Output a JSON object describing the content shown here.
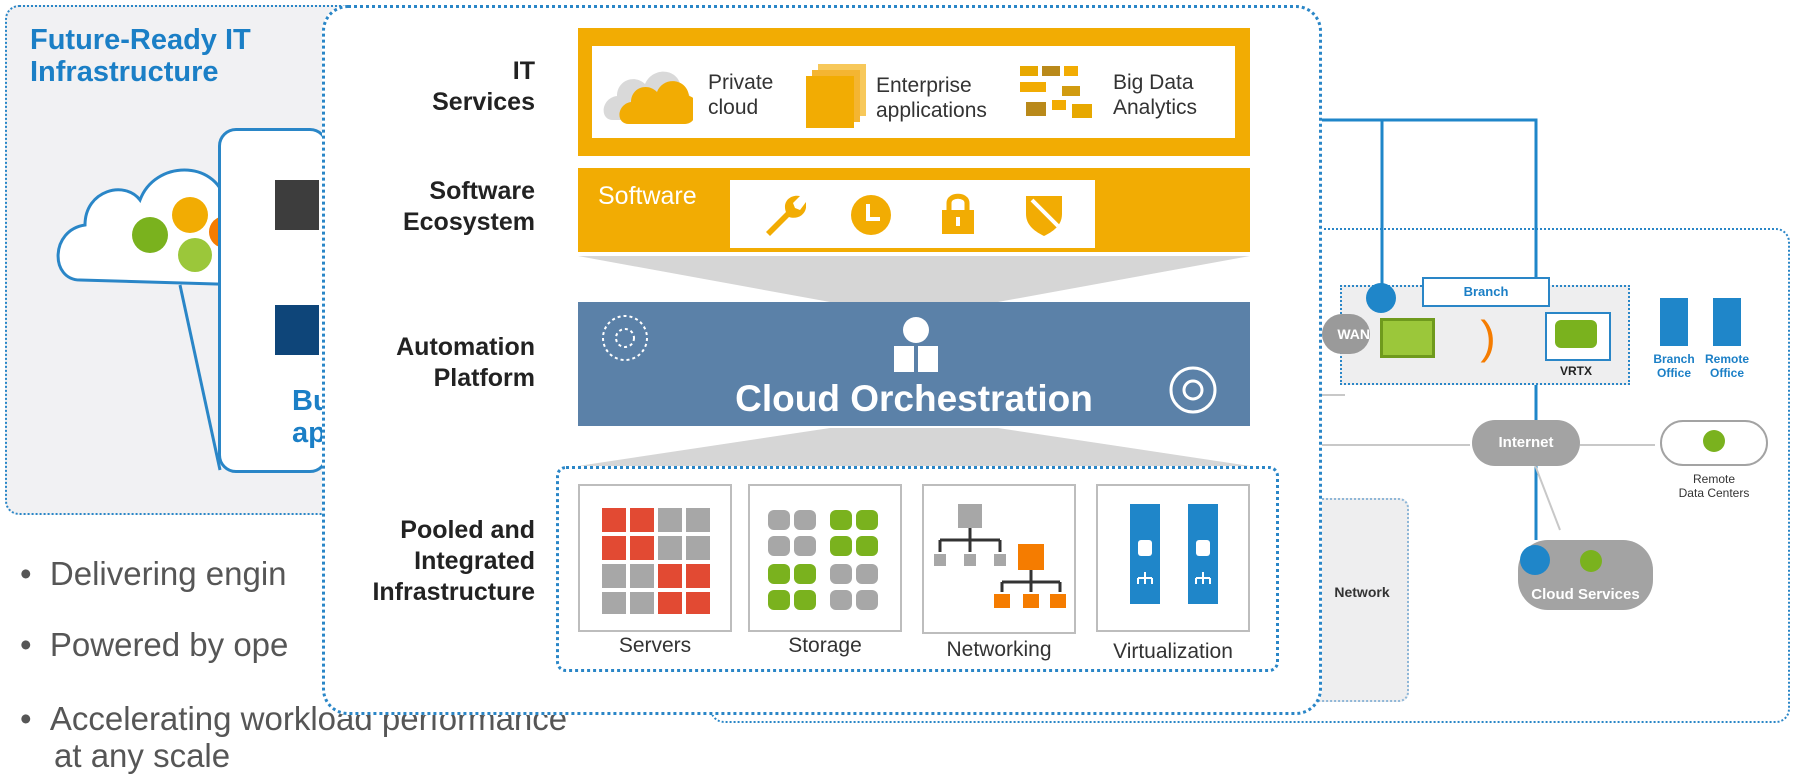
{
  "background_panel": {
    "title_line1": "Future-Ready IT",
    "title_line2": "Infrastructure",
    "partial_text1": "Bu",
    "partial_text2": "ap"
  },
  "bullets": [
    "Delivering engin",
    "Powered by ope",
    "Accelerating workload performance",
    "at any scale"
  ],
  "layers": {
    "it_services": {
      "label1": "IT",
      "label2": "Services"
    },
    "software": {
      "label1": "Software",
      "label2": "Ecosystem"
    },
    "automation": {
      "label1": "Automation",
      "label2": "Platform"
    },
    "pooled": {
      "label1": "Pooled and",
      "label2": "Integrated",
      "label3": "Infrastructure"
    }
  },
  "services": [
    {
      "line1": "Private",
      "line2": "cloud"
    },
    {
      "line1": "Enterprise",
      "line2": "applications"
    },
    {
      "line1": "Big Data",
      "line2": "Analytics"
    }
  ],
  "software_label": "Software",
  "orchestration_title": "Cloud Orchestration",
  "resources": [
    "Servers",
    "Storage",
    "Networking",
    "Virtualization"
  ],
  "network_map": {
    "branch_label": "Branch",
    "wan": "WAN",
    "vrtx": "VRTX",
    "branch_office": [
      "Branch",
      "Office"
    ],
    "remote_office": [
      "Remote",
      "Office"
    ],
    "internet": "Internet",
    "remote_dc": [
      "Remote",
      "Data Centers"
    ],
    "network": "Network",
    "cloud_services": "Cloud Services"
  },
  "colors": {
    "accent_blue": "#2a86c7",
    "accent_orange": "#f2ac03",
    "orchestration_blue": "#5b81a8",
    "server_red": "#e24a33",
    "storage_green": "#7ab21e",
    "net_orange": "#f57c00",
    "virt_blue": "#1f86c9"
  }
}
